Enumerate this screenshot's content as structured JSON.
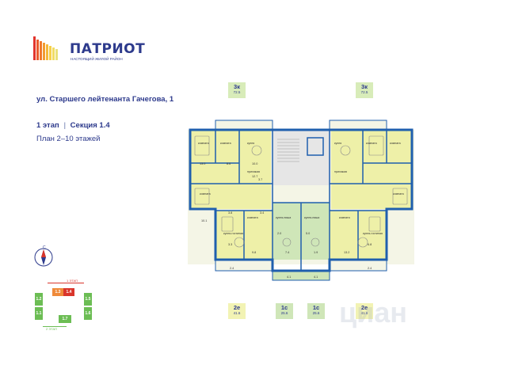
{
  "brand": {
    "name": "ПАТРИОТ",
    "tagline": "НАСТОЯЩИЙ ЖИЛОЙ РАЙОН"
  },
  "address": "ул. Старшего лейтенанта Гачегова, 1",
  "stage": {
    "stage_label": "1 этап",
    "section_label": "Секция 1.4"
  },
  "plan_label": "План 2–10 этажей",
  "apartments_top": [
    {
      "type": "3к",
      "area": "72.5"
    },
    {
      "type": "3к",
      "area": "72.5"
    }
  ],
  "apartments_bottom": [
    {
      "type": "2е",
      "area": "41.6"
    },
    {
      "type": "1с",
      "area": "25.6"
    },
    {
      "type": "1с",
      "area": "25.6"
    },
    {
      "type": "2е",
      "area": "41.6"
    }
  ],
  "room_labels": {
    "bedroom": "комната",
    "kitchen": "кухня",
    "hallway": "прихожая",
    "kitchen_living": "кухня-гостиная",
    "studio": "кухня-ниша"
  },
  "room_areas": [
    "13.0",
    "8.6",
    "10.0",
    "12.7",
    "3.7",
    "3.8",
    "3.4",
    "10.1",
    "3.3",
    "5.2",
    "2.0",
    "3.0",
    "3.4",
    "9.8",
    "13.2",
    "5.6",
    "7.4",
    "1.9",
    "5.0",
    "6.8",
    "2.4",
    "4.1"
  ],
  "site_plan": {
    "stage1_label": "1 ЭТАП",
    "stage2_label": "2 ЭТАП",
    "sections": [
      "1.1",
      "1.2",
      "1.3",
      "1.4",
      "1.5",
      "1.6",
      "1.7"
    ]
  },
  "compass": {
    "north": "С"
  },
  "watermark": "циан",
  "colors": {
    "brand_blue": "#2d3a8c",
    "wall": "#1f5fae",
    "floor_yellow": "#eef0a8",
    "floor_green": "#cfe6b8",
    "stair_gray": "#e6e6e6",
    "highlight": "#d9352b",
    "section_green": "#6cbd54"
  }
}
